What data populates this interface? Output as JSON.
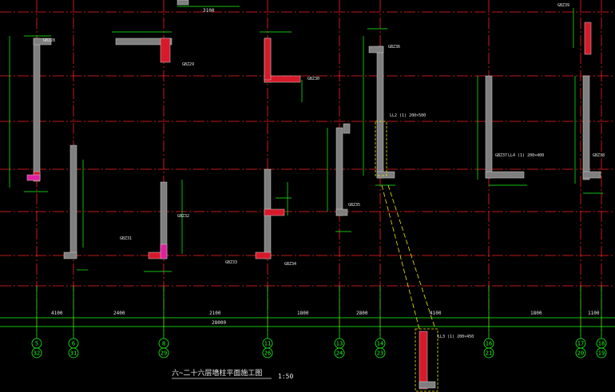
{
  "drawing": {
    "title": "六~二十六层墙柱平面施工图",
    "scale": "1:50",
    "colors": {
      "background": "#000000",
      "axis": "#ff2020",
      "dimension": "#19ff19",
      "wall_grey": "#7f7f7f",
      "wall_red": "#d61a2a",
      "wall_magenta": "#e020a0",
      "callout": "#f2e60a",
      "text": "#e8e8e8"
    }
  },
  "axes": {
    "labels": [
      {
        "top": "5",
        "bottom": "32"
      },
      {
        "top": "6",
        "bottom": "31"
      },
      {
        "top": "8",
        "bottom": "29"
      },
      {
        "top": "11",
        "bottom": "26"
      },
      {
        "top": "13",
        "bottom": "24"
      },
      {
        "top": "14",
        "bottom": "23"
      },
      {
        "top": "16",
        "bottom": "21"
      },
      {
        "top": "17",
        "bottom": "20"
      },
      {
        "top": "18",
        "bottom": "19"
      }
    ]
  },
  "dimensions": {
    "top_dim": "3100",
    "row1": [
      "4100",
      "2400",
      "2100",
      "1800",
      "2800",
      "4100",
      "1800",
      "1100"
    ],
    "total": "28000"
  },
  "wall_tags": {
    "w1": "GBZ28",
    "w2": "GBZ29",
    "w3": "GBZ30",
    "w4": "GBZ31",
    "w5": "GBZ32",
    "w6": "GBZ33",
    "w7": "GBZ34",
    "w8": "GBZ35",
    "w9": "GBZ36",
    "w10": "GBZ37",
    "w11": "GBZ38",
    "w12": "GBZ39"
  },
  "callouts": {
    "c1": "LL2 (1) 200×500",
    "c2": "LL3 (1) 200×450",
    "c3": "LL4 (1) 200×400"
  }
}
